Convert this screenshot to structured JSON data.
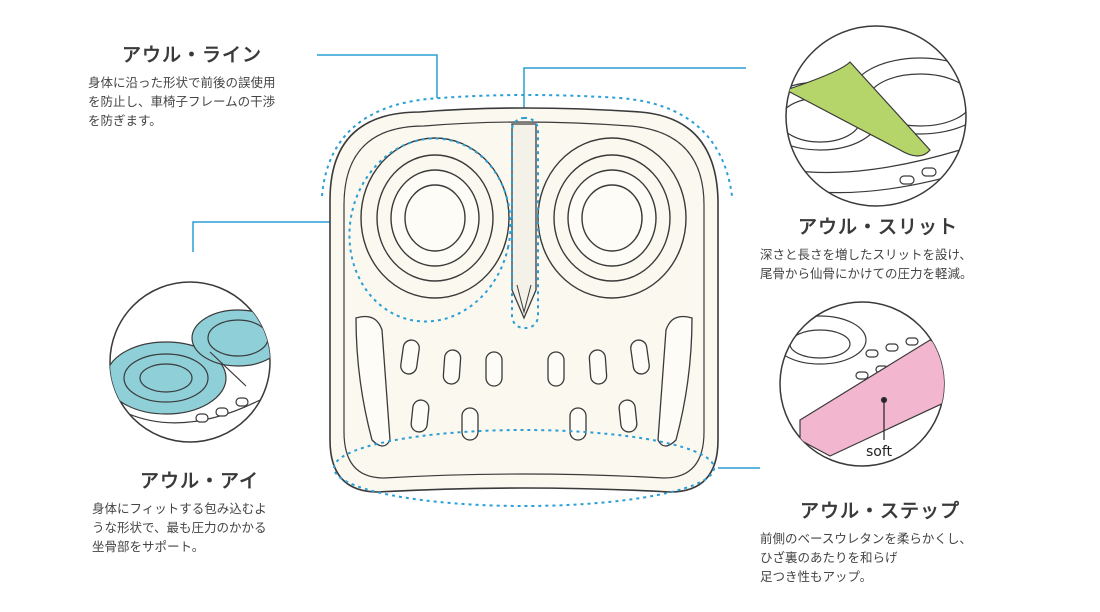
{
  "features": {
    "line": {
      "title": "アウル・ライン",
      "desc": "身体に沿った形状で前後の誤使用\nを防止し、車椅子フレームの干渉\nを防ぎます。"
    },
    "slit": {
      "title": "アウル・スリット",
      "desc": "深さと長さを増したスリットを設け、\n尾骨から仙骨にかけての圧力を軽減。"
    },
    "eye": {
      "title": "アウル・アイ",
      "desc": "身体にフィットする包み込むよ\nうな形状で、最も圧力のかかる\n坐骨部をサポート。"
    },
    "step": {
      "title": "アウル・ステップ",
      "desc": "前側のベースウレタンを柔らかくし、\nひざ裏のあたりを和らげ\n足つき性もアップ。"
    },
    "soft_label": "soft"
  },
  "colors": {
    "accent_line": "#2a9fd6",
    "cushion_fill": "#fbf8ef",
    "outline": "#3a3a3a",
    "eye_blue": "#8ecfd8",
    "slit_green": "#b5d46a",
    "step_pink": "#f2b6cf"
  }
}
